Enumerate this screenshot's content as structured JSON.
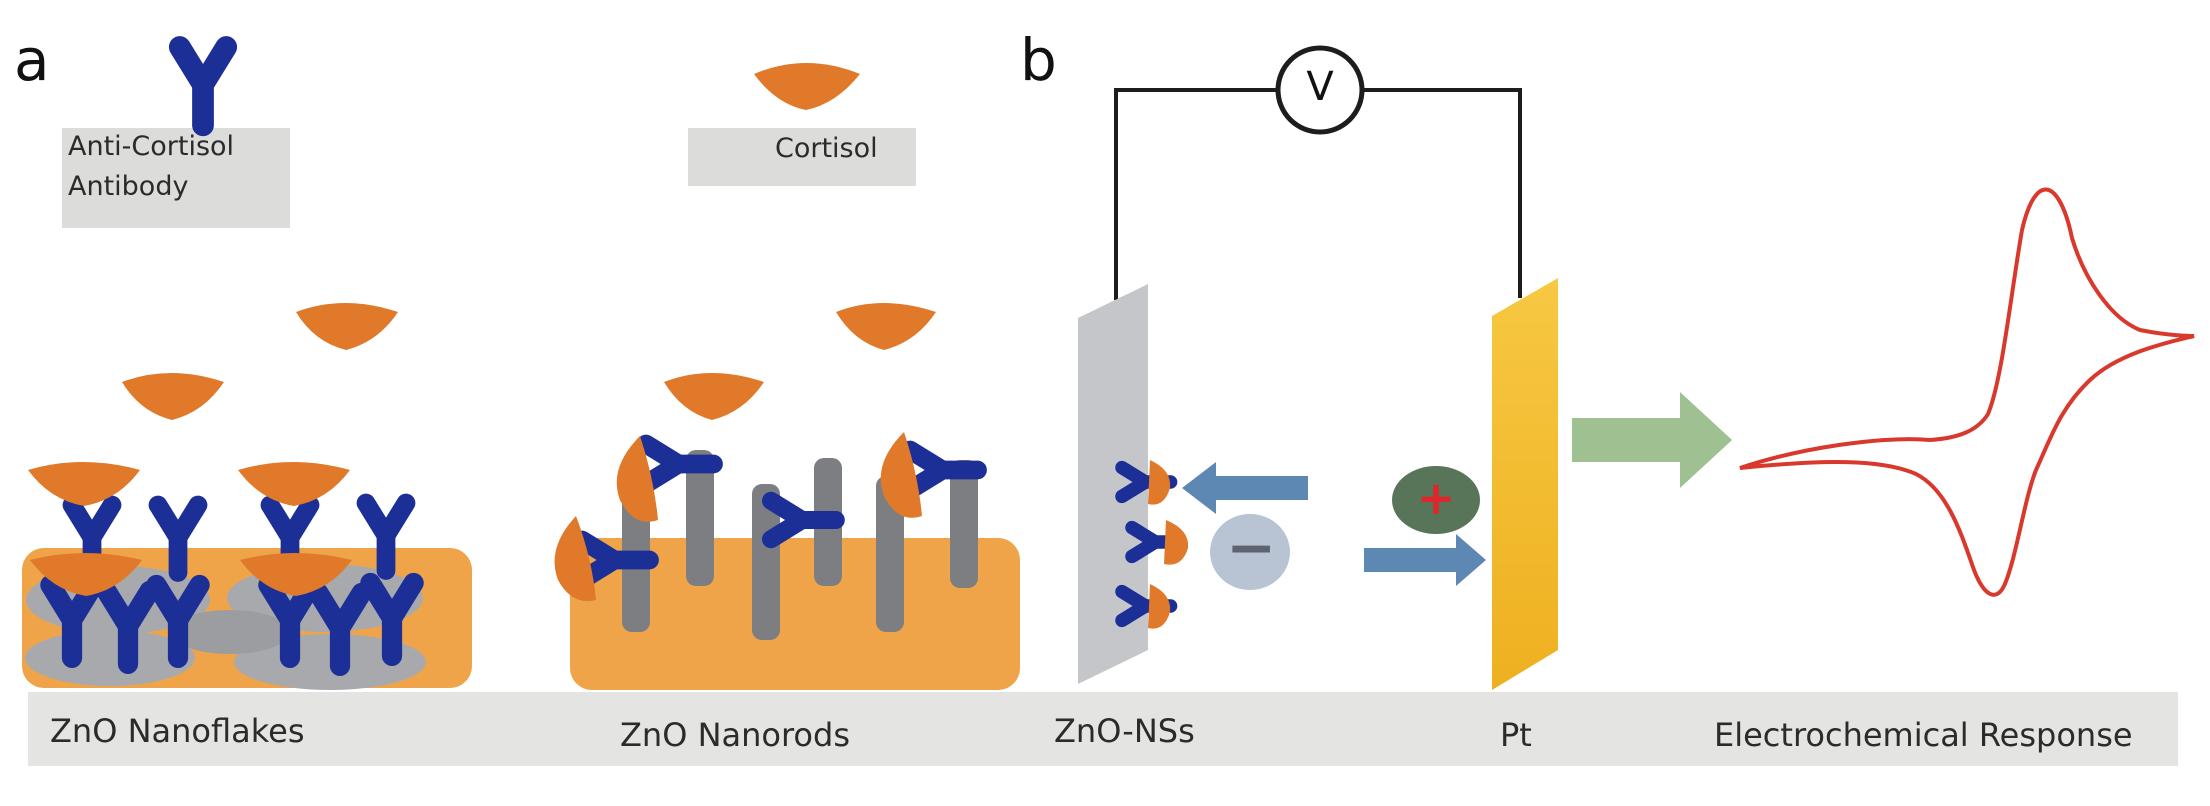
{
  "panel_a": {
    "letter": "a",
    "legend_antibody_line1": "Anti-Cortisol",
    "legend_antibody_line2": "Antibody",
    "legend_cortisol": "Cortisol",
    "nanoflakes_label": "ZnO Nanoflakes",
    "nanorods_label": "ZnO Nanorods"
  },
  "panel_b": {
    "letter": "b",
    "voltmeter_symbol": "V",
    "electrode_left_label": "ZnO-NSs",
    "electrode_right_label": "Pt",
    "response_label": "Electrochemical Response",
    "negative_symbol": "−",
    "positive_symbol": "+"
  },
  "colors": {
    "antibody": "#1c2f96",
    "cortisol": "#e07a2a",
    "substrate": "#f0a44a",
    "flake": "#a8a9ad",
    "rod": "#7c7e82",
    "legend_box": "#dcdcda",
    "base_bar": "#e4e4e2",
    "pt_electrode": "#f5bd25",
    "zno_electrode": "#c4c6c9",
    "arrow_blue": "#5d88b4",
    "arrow_green": "#9fc090",
    "cv_curve": "#d9392d",
    "positive_ion": "#58755a",
    "negative_ion": "#b8c3d3"
  }
}
